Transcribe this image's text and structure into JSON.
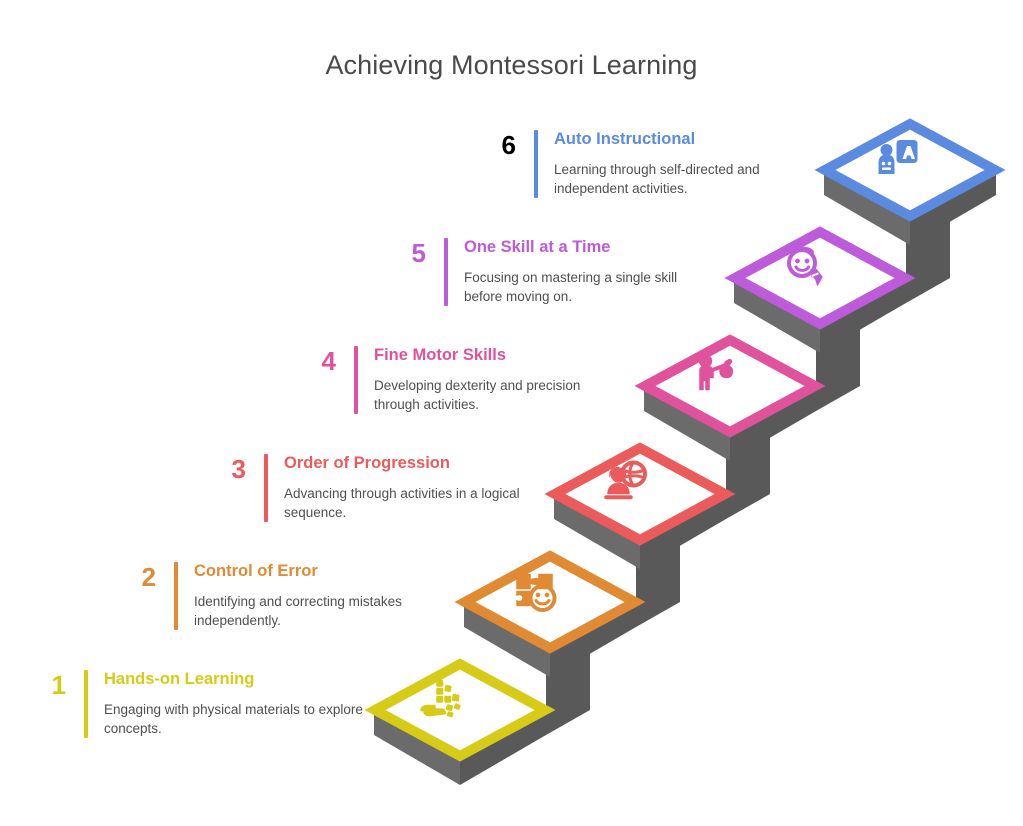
{
  "title": "Achieving Montessori Learning",
  "colors": {
    "title": "#4a4a4a",
    "body_text": "#4f4f4f",
    "stair_side_left": "#6b6b6b",
    "stair_side_right": "#595959",
    "stair_face": "#ffffff"
  },
  "steps": [
    {
      "number": "1",
      "heading": "Hands-on Learning",
      "description": "Engaging with physical materials to explore concepts.",
      "color": "#D6CC17",
      "icon": "hand-with-blocks-icon"
    },
    {
      "number": "2",
      "heading": "Control of Error",
      "description": "Identifying and correcting mistakes independently.",
      "color": "#E08B33",
      "icon": "puzzle-child-face-icon"
    },
    {
      "number": "3",
      "heading": "Order of Progression",
      "description": "Advancing through activities in a logical sequence.",
      "color": "#EB5B5B",
      "icon": "person-with-globe-icon"
    },
    {
      "number": "4",
      "heading": "Fine Motor Skills",
      "description": "Developing dexterity and precision through activities.",
      "color": "#E0529C",
      "icon": "child-carrying-bundle-icon"
    },
    {
      "number": "5",
      "heading": "One Skill at a Time",
      "description": "Focusing on mastering a single skill before moving on.",
      "color": "#BD5BDB",
      "icon": "child-face-with-pencil-icon"
    },
    {
      "number": "6",
      "heading": "Auto Instructional",
      "description": "Learning through self-directed and independent activities.",
      "color": "#5B8BE0",
      "icon": "person-with-letter-a-icon"
    }
  ]
}
